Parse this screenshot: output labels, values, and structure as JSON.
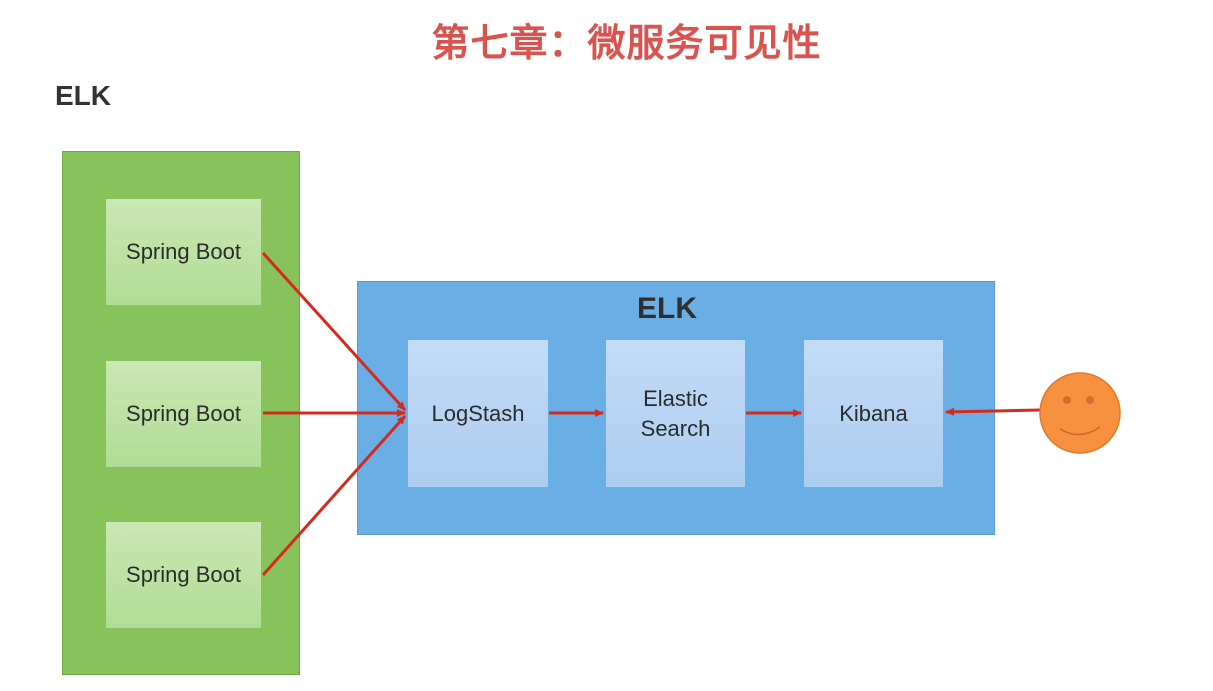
{
  "title": "第七章：微服务可见性",
  "heading": "ELK",
  "left_group": {
    "services": [
      "Spring Boot",
      "Spring Boot",
      "Spring Boot"
    ]
  },
  "elk_group": {
    "label": "ELK",
    "components": [
      "LogStash",
      "Elastic\nSearch",
      "Kibana"
    ]
  },
  "colors": {
    "title": "#d9534f",
    "green_panel": "#87c35a",
    "blue_panel": "#6aaee6",
    "arrow": "#d42b1e",
    "face": "#f7913f"
  },
  "icons": {
    "user": "smiley-face-icon"
  }
}
